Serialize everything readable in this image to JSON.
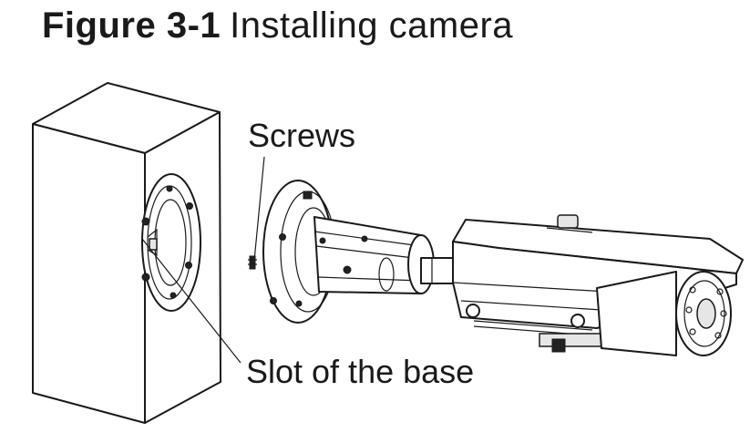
{
  "figure": {
    "number": "Figure 3-1",
    "caption": "Installing camera"
  },
  "callouts": {
    "screws": "Screws",
    "slot": "Slot of the base"
  },
  "colors": {
    "line": "#1a1a1a",
    "background": "#ffffff"
  }
}
